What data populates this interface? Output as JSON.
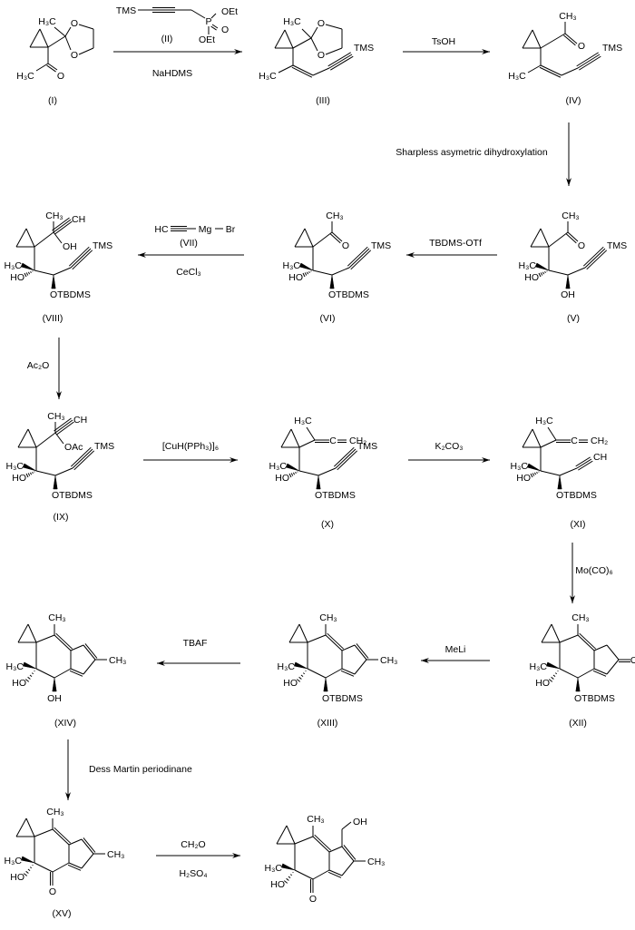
{
  "compounds": {
    "I": {
      "label": "(I)",
      "h3c_top": "H₃C",
      "o1": "O",
      "o2": "O",
      "h3c": "H₃C",
      "o": "O"
    },
    "II": {
      "label": "(II)",
      "tms": "TMS",
      "p": "P",
      "oet1": "OEt",
      "o": "O",
      "oet2": "OEt"
    },
    "III": {
      "label": "(III)",
      "h3c_top": "H₃C",
      "o1": "O",
      "o2": "O",
      "tms": "TMS",
      "h3c": "H₃C"
    },
    "IV": {
      "label": "(IV)",
      "ch3": "CH₃",
      "o": "O",
      "tms": "TMS",
      "h3c": "H₃C"
    },
    "V": {
      "label": "(V)",
      "ch3": "CH₃",
      "o": "O",
      "tms": "TMS",
      "h3c": "H₃C",
      "ho": "HO",
      "or": "OH"
    },
    "VI": {
      "label": "(VI)",
      "ch3": "CH₃",
      "o": "O",
      "tms": "TMS",
      "h3c": "H₃C",
      "ho": "HO",
      "or": "OTBDMS"
    },
    "VII": {
      "label": "(VII)",
      "hc": "HC",
      "mg": "Mg",
      "br": "Br"
    },
    "VIII": {
      "label": "(VIII)",
      "ch3": "CH₃",
      "ch": "CH",
      "oh": "OH",
      "tms": "TMS",
      "h3c": "H₃C",
      "ho": "HO",
      "or": "OTBDMS"
    },
    "IX": {
      "label": "(IX)",
      "ch3": "CH₃",
      "ch": "CH",
      "oh": "OAc",
      "tms": "TMS",
      "h3c": "H₃C",
      "ho": "HO",
      "or": "OTBDMS"
    },
    "X": {
      "label": "(X)",
      "me": "H₃C",
      "c": "C",
      "ch2": "CH₂",
      "tms": "TMS",
      "h3c": "H₃C",
      "ho": "HO",
      "or": "OTBDMS"
    },
    "XI": {
      "label": "(XI)",
      "me": "H₃C",
      "c": "C",
      "ch2": "CH₂",
      "tms": "CH",
      "h3c": "H₃C",
      "ho": "HO",
      "or": "OTBDMS"
    },
    "XII": {
      "label": "(XII)",
      "ch3": "CH₃",
      "right": "O",
      "h3c": "H₃C",
      "ho": "HO",
      "or": "OTBDMS"
    },
    "XIII": {
      "label": "(XIII)",
      "ch3": "CH₃",
      "right": "CH₃",
      "h3c": "H₃C",
      "ho": "HO",
      "or": "OTBDMS"
    },
    "XIV": {
      "label": "(XIV)",
      "ch3": "CH₃",
      "right": "CH₃",
      "h3c": "H₃C",
      "ho": "HO",
      "or": "OH"
    },
    "XV": {
      "label": "(XV)",
      "ch3": "CH₃",
      "right": "CH₃",
      "h3c": "H₃C",
      "ho": "HO",
      "or": "O"
    },
    "product": {
      "ch3": "CH₃",
      "right": "CH₃",
      "h3c": "H₃C",
      "ho": "HO",
      "or": "O",
      "oh": "OH"
    }
  },
  "reagents": {
    "step1": "NaHDMS",
    "step2": "TsOH",
    "step3": "Sharpless asymetric dihydroxylation",
    "step4": "TBDMS-OTf",
    "step5": "CeCl₃",
    "step6": "Ac₂O",
    "step7": "[CuH(PPh₃)]₆",
    "step8": "K₂CO₃",
    "step9": "Mo(CO)₆",
    "step10": "MeLi",
    "step11": "TBAF",
    "step12": "Dess Martin periodinane",
    "step13a": "CH₂O",
    "step13b": "H₂SO₄"
  }
}
